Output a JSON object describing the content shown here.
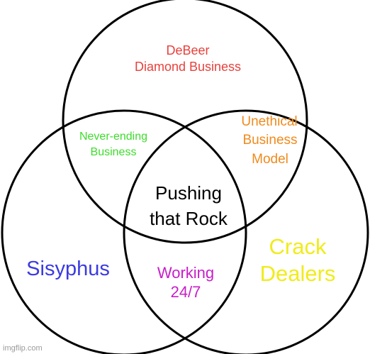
{
  "colors": {
    "background": "#ffffff",
    "circle_stroke": "#000000",
    "red": "#e8413c",
    "orange": "#f08a1c",
    "green": "#3ddc2c",
    "blue": "#3b3be0",
    "yellow": "#f0ec1a",
    "magenta": "#c81ec8",
    "black": "#000000",
    "watermark": "#9a9a9a"
  },
  "labels": {
    "top_line1": "DeBeer",
    "top_line2": "Diamond Business",
    "left_top_line1": "Never-ending",
    "left_top_line2": "Business",
    "right_top_line1": "Unethical",
    "right_top_line2": "Business",
    "right_top_line3": "Model",
    "center_line1": "Pushing",
    "center_line2": "that Rock",
    "left": "Sisyphus",
    "bottom_line1": "Working",
    "bottom_line2": "24/7",
    "right_line1": "Crack",
    "right_line2": "Dealers"
  },
  "watermark": "imgflip.com"
}
